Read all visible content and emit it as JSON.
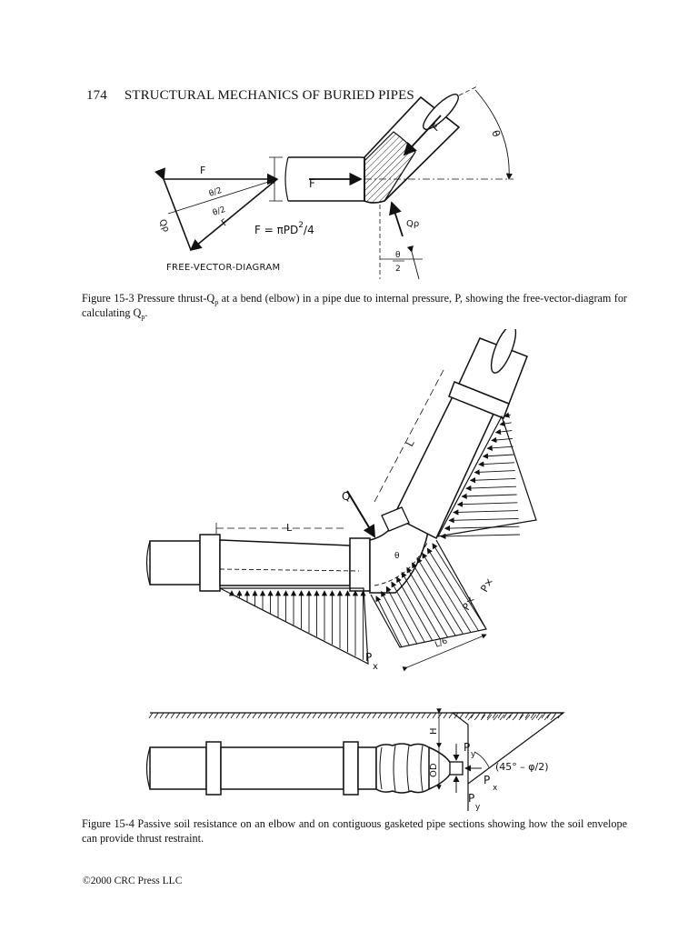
{
  "header": {
    "page_number": "174",
    "running_title": "STRUCTURAL MECHANICS OF BURIED PIPES"
  },
  "figure_15_3": {
    "free_vector_label": "FREE-VECTOR-DIAGRAM",
    "formula_main": "F = πPD",
    "formula_exp": "2",
    "formula_tail": "/4",
    "F": "F",
    "half_theta": "θ/2",
    "Qp": "Qρ",
    "D": "D",
    "theta": "θ",
    "theta_over_2_num": "θ",
    "theta_over_2_den": "2",
    "caption_lead": "Figure 15-3  Pressure thrust-Q",
    "caption_sub": "p",
    "caption_mid": " at a bend (elbow) in a pipe due to internal pressure, P, showing the free-vector-diagram for calculating Q",
    "caption_sub2": "p",
    "caption_end": "."
  },
  "figure_15_4": {
    "L_top": "L",
    "L_left": "L",
    "Q": "Q",
    "theta": "θ",
    "Px_right": "P×",
    "Px_mid": "P×",
    "Px_bottom_P": "P",
    "Px_bottom_x": "x",
    "L_over_6": "L/6",
    "H": "H",
    "OD": "OD",
    "Py_top_P": "P",
    "Py_top_y": "y",
    "Px_small_P": "P",
    "Px_small_x": "x",
    "Py_bot_P": "P",
    "Py_bot_y": "y",
    "angle_label": "(45° – φ/2)",
    "caption": "Figure 15-4  Passive soil resistance on an elbow and on contiguous gasketed pipe sections showing how the soil envelope can provide thrust restraint."
  },
  "footer": {
    "copyright": "©2000 CRC Press LLC"
  }
}
